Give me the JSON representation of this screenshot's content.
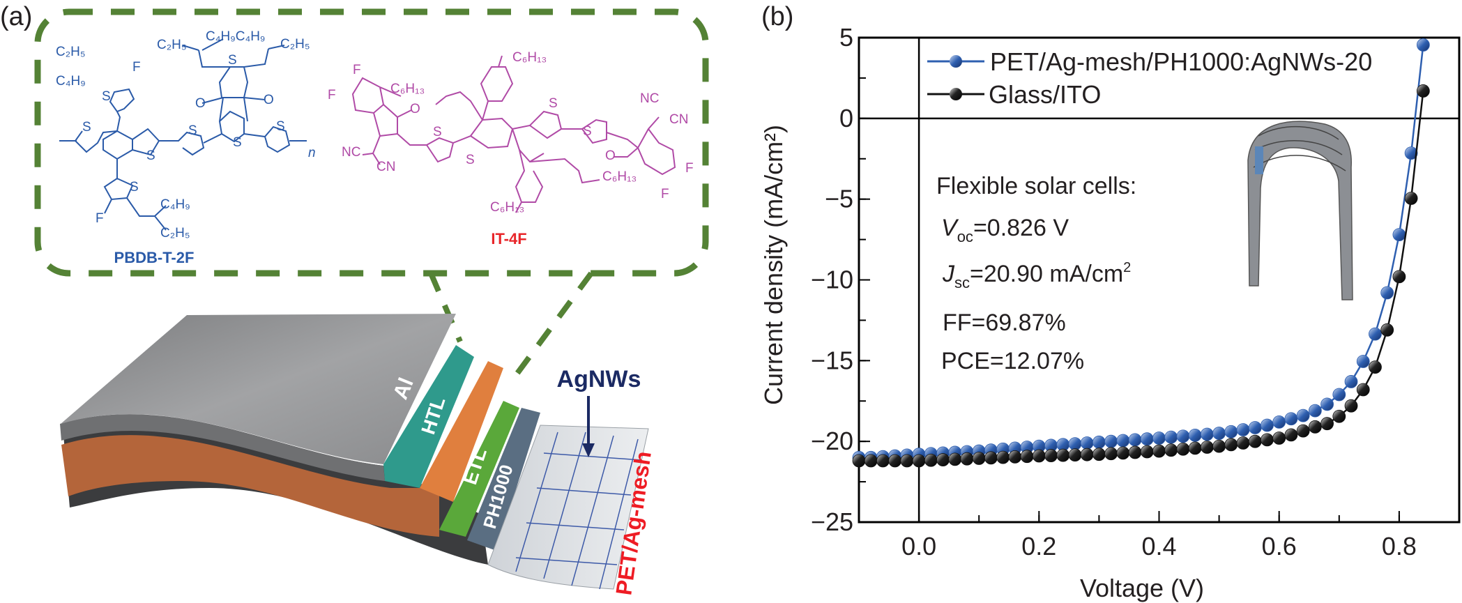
{
  "panel_a": {
    "label": "(a)",
    "donor_name": "PBDB-T-2F",
    "acceptor_name": "IT-4F",
    "donor_atoms": [
      "C₂H₅",
      "C₄H₉",
      "F",
      "S",
      "S",
      "S",
      "S",
      "C₂H₅",
      "C₄H₉C₄H₉",
      "C₂H₅",
      "S",
      "O",
      "O",
      "S",
      "S",
      "n",
      "S",
      "F",
      "C₄H₉",
      "C₂H₅"
    ],
    "acceptor_atoms": [
      "F",
      "F",
      "C₆H₁₃",
      "O",
      "C₆H₁₃",
      "NC",
      "CN",
      "S",
      "S",
      "S",
      "S",
      "NC",
      "CN",
      "O",
      "C₆H₁₃",
      "F",
      "F",
      "C₆H₁₃"
    ],
    "layers": {
      "al": "Al",
      "htl": "HTL",
      "etl": "ETL",
      "ph1000": "PH1000",
      "agnws": "AgNWs",
      "substrate": "PET/Ag-mesh"
    },
    "colors": {
      "dash": "#548235",
      "donor": "#2a5aa8",
      "acceptor": "#b04aa6",
      "acceptor_name": "#e8262a",
      "al": "#8d8e90",
      "htl": "#2f9a8c",
      "etl": "#e07f3e",
      "ph1000_green": "#5aa83a",
      "agnws_label": "#1b2a63",
      "substrate_label": "#ee1c24"
    }
  },
  "panel_b": {
    "label": "(b)"
  },
  "chart_data": {
    "type": "scatter-line",
    "title": "",
    "xlabel": "Voltage (V)",
    "ylabel": "Current density (mA/cm²)",
    "xlim": [
      -0.1,
      0.9
    ],
    "ylim": [
      -25,
      5
    ],
    "xticks": [
      "0.0",
      "0.2",
      "0.4",
      "0.6",
      "0.8"
    ],
    "xtick_values": [
      0,
      0.2,
      0.4,
      0.6,
      0.8
    ],
    "yticks": [
      "5",
      "0",
      "−5",
      "−10",
      "−15",
      "−20",
      "−25"
    ],
    "ytick_values": [
      5,
      0,
      -5,
      -10,
      -15,
      -20,
      -25
    ],
    "grid": false,
    "legend_position": "top-left",
    "x": [
      -0.1,
      -0.08,
      -0.06,
      -0.04,
      -0.02,
      0.0,
      0.02,
      0.04,
      0.06,
      0.08,
      0.1,
      0.12,
      0.14,
      0.16,
      0.18,
      0.2,
      0.22,
      0.24,
      0.26,
      0.28,
      0.3,
      0.32,
      0.34,
      0.36,
      0.38,
      0.4,
      0.42,
      0.44,
      0.46,
      0.48,
      0.5,
      0.52,
      0.54,
      0.56,
      0.58,
      0.6,
      0.62,
      0.64,
      0.66,
      0.68,
      0.7,
      0.72,
      0.74,
      0.76,
      0.78,
      0.8,
      0.82,
      0.84
    ],
    "series": [
      {
        "name": "PET/Ag-mesh/PH1000:AgNWs-20",
        "color": "#2e5fb0",
        "values": [
          -21.0,
          -21.0,
          -20.95,
          -20.9,
          -20.85,
          -20.8,
          -20.76,
          -20.72,
          -20.68,
          -20.64,
          -20.6,
          -20.54,
          -20.48,
          -20.42,
          -20.36,
          -20.3,
          -20.25,
          -20.2,
          -20.15,
          -20.1,
          -20.05,
          -20.0,
          -19.95,
          -19.9,
          -19.85,
          -19.8,
          -19.74,
          -19.68,
          -19.62,
          -19.56,
          -19.5,
          -19.4,
          -19.28,
          -19.15,
          -19.0,
          -18.8,
          -18.6,
          -18.4,
          -18.1,
          -17.7,
          -17.1,
          -16.3,
          -15.05,
          -13.35,
          -10.8,
          -7.2,
          -2.15,
          4.55
        ]
      },
      {
        "name": "Glass/ITO",
        "color": "#111111",
        "values": [
          -21.2,
          -21.2,
          -21.2,
          -21.2,
          -21.2,
          -21.2,
          -21.17,
          -21.14,
          -21.11,
          -21.08,
          -21.05,
          -21.02,
          -20.99,
          -20.96,
          -20.93,
          -20.9,
          -20.88,
          -20.86,
          -20.84,
          -20.82,
          -20.8,
          -20.76,
          -20.72,
          -20.68,
          -20.64,
          -20.6,
          -20.54,
          -20.48,
          -20.42,
          -20.36,
          -20.3,
          -20.2,
          -20.1,
          -20.0,
          -19.9,
          -19.8,
          -19.6,
          -19.35,
          -19.1,
          -18.9,
          -18.45,
          -17.8,
          -16.8,
          -15.4,
          -13.1,
          -9.8,
          -4.95,
          1.7
        ]
      }
    ],
    "annotations": {
      "heading": "Flexible solar cells:",
      "voc_sym": "V",
      "voc_sub": "oc",
      "voc_val": "=0.826 V",
      "jsc_sym": "J",
      "jsc_sub": "sc",
      "jsc_val": "=20.90 mA/cm",
      "jsc_sup": "2",
      "ff": "FF=69.87%",
      "pce": "PCE=12.07%"
    }
  }
}
